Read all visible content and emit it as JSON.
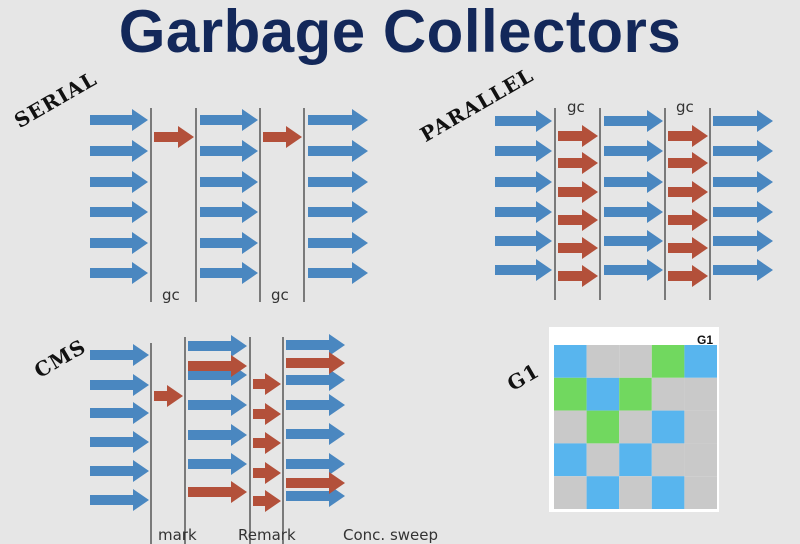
{
  "title": "Garbage Collectors",
  "colors": {
    "title": "#13285a",
    "app_arrow": "#4a87c0",
    "gc_arrow": "#b3503a",
    "g1_blue": "#58b5ee",
    "g1_green": "#71d85f",
    "g1_empty": "#c9c9c9",
    "g1_border": "#ffffff"
  },
  "panels": {
    "serial": {
      "name": "SERIAL",
      "gc_label": "gc"
    },
    "parallel": {
      "name": "PARALLEL",
      "gc_label": "gc"
    },
    "cms": {
      "name": "CMS",
      "phases": [
        "mark",
        "Remark",
        "Conc. sweep"
      ]
    },
    "g1": {
      "name": "G1",
      "grid_label": "G1",
      "grid": [
        [
          "blue",
          "empty",
          "empty",
          "green",
          "blue"
        ],
        [
          "green",
          "blue",
          "green",
          "empty",
          "empty"
        ],
        [
          "empty",
          "green",
          "empty",
          "blue",
          "empty"
        ],
        [
          "blue",
          "empty",
          "blue",
          "empty",
          "empty"
        ],
        [
          "empty",
          "blue",
          "empty",
          "blue",
          "empty"
        ]
      ]
    }
  }
}
